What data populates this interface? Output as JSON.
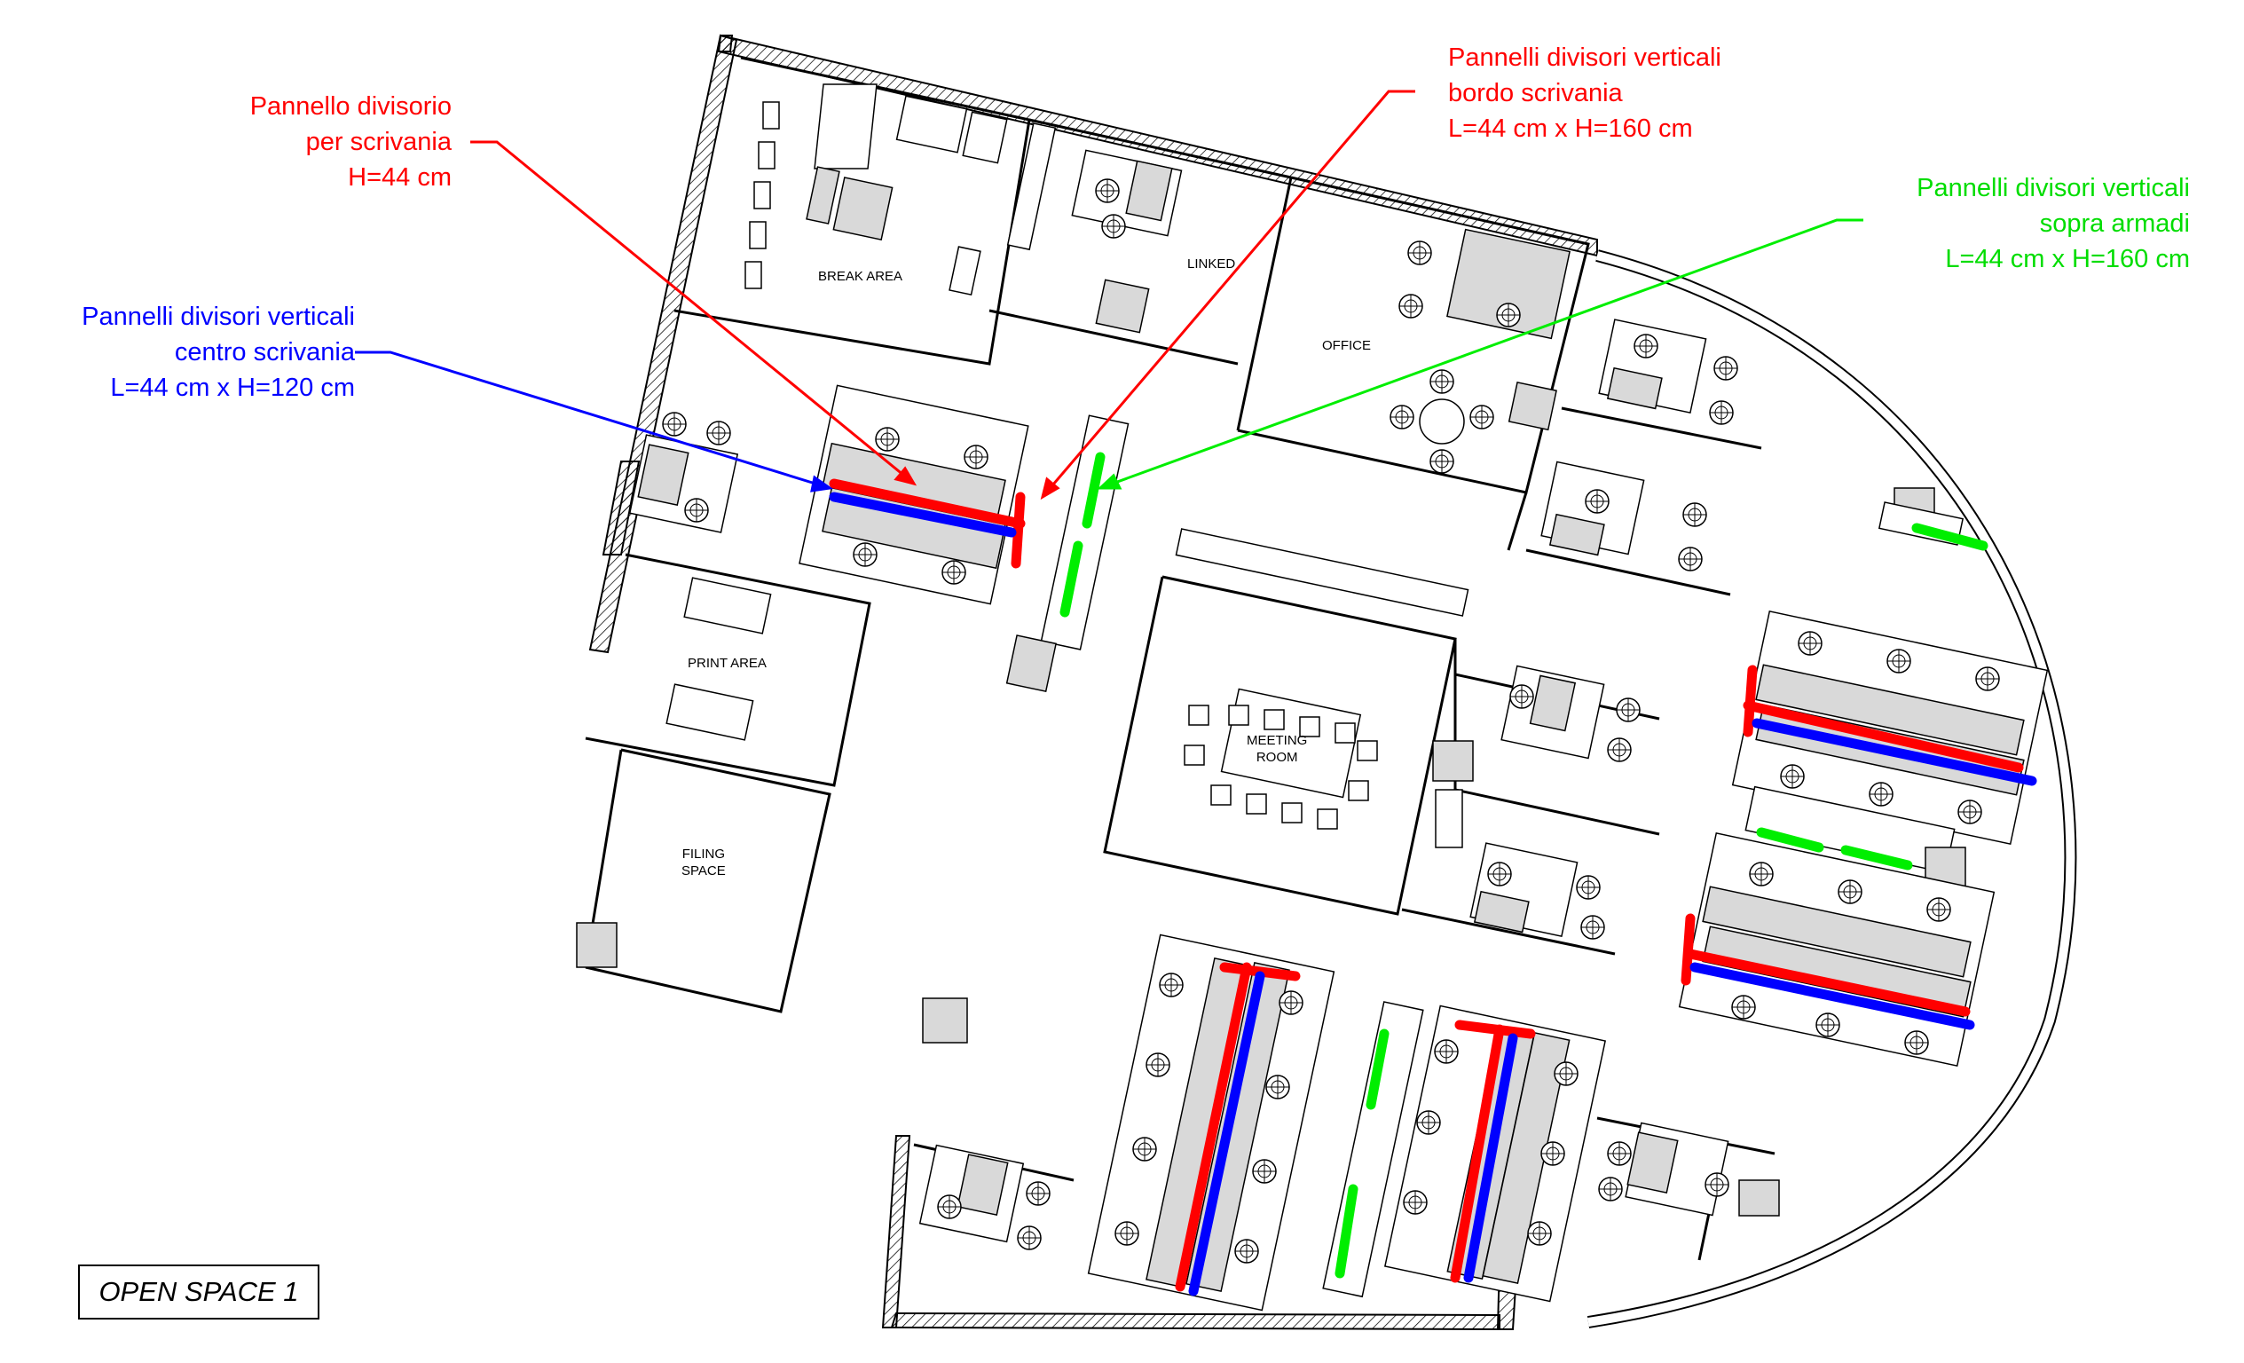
{
  "annotations": {
    "divider_desk": {
      "lines": [
        "Pannello divisorio",
        "per scrivania",
        "H=44 cm"
      ],
      "color": "#ff0000"
    },
    "vertical_edge": {
      "lines": [
        "Pannelli divisori verticali",
        "bordo scrivania",
        "L=44 cm x H=160 cm"
      ],
      "color": "#ff0000"
    },
    "vertical_cabinet": {
      "lines": [
        "Pannelli divisori verticali",
        "sopra armadi",
        "L=44 cm x H=160 cm"
      ],
      "color": "#00dd00"
    },
    "vertical_center": {
      "lines": [
        "Pannelli divisori verticali",
        "centro scrivania",
        "L=44 cm x H=120 cm"
      ],
      "color": "#0000ff"
    }
  },
  "rooms": {
    "break_area": "BREAK AREA",
    "linked": "LINKED",
    "office": "OFFICE",
    "print_area": "PRINT AREA",
    "meeting_room": [
      "MEETING",
      "ROOM"
    ],
    "filing_space": [
      "FILING",
      "SPACE"
    ]
  },
  "caption": "OPEN SPACE 1"
}
